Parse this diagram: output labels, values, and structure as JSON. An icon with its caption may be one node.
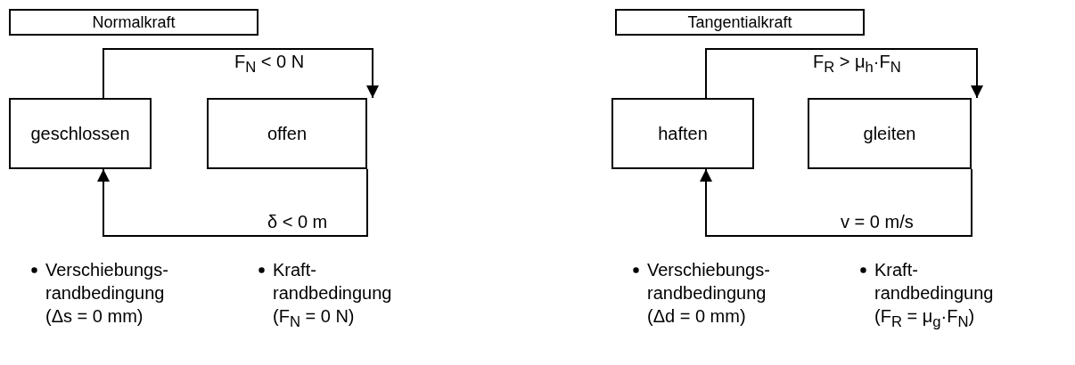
{
  "diagram": {
    "nodes": [
      {
        "text": [
          "Normalkraft"
        ]
      },
      {
        "text": [
          "geschlossen"
        ]
      },
      {
        "text": [
          "offen"
        ]
      },
      {
        "text": [
          "Tangentialkraft"
        ]
      },
      {
        "text": [
          "haften"
        ]
      },
      {
        "text": [
          "gleiten"
        ]
      }
    ],
    "edges": [
      {
        "from": 1,
        "to": 2,
        "arrow": "to",
        "label": "F$_{N}$ < 0 N"
      },
      {
        "from": 2,
        "to": 1,
        "arrow": "to",
        "label": "δ < 0 m"
      },
      {
        "from": 4,
        "to": 5,
        "arrow": "to",
        "label": "F$_{R}$ > μ$_{h}$·F$_{N}$"
      },
      {
        "from": 5,
        "to": 4,
        "arrow": "to",
        "label": "v = 0 m/s"
      }
    ],
    "labels": [
      "Verschiebungs- randbedingung (Δs = 0 mm)",
      "Kraft- randbedingung (F$_{N}$ = 0 N)",
      "Verschiebungs- randbedingung (Δd = 0 mm)",
      "Kraft- randbedingung (F$_{R}$ = μ$_{g}$·F$_{N}$)"
    ]
  }
}
